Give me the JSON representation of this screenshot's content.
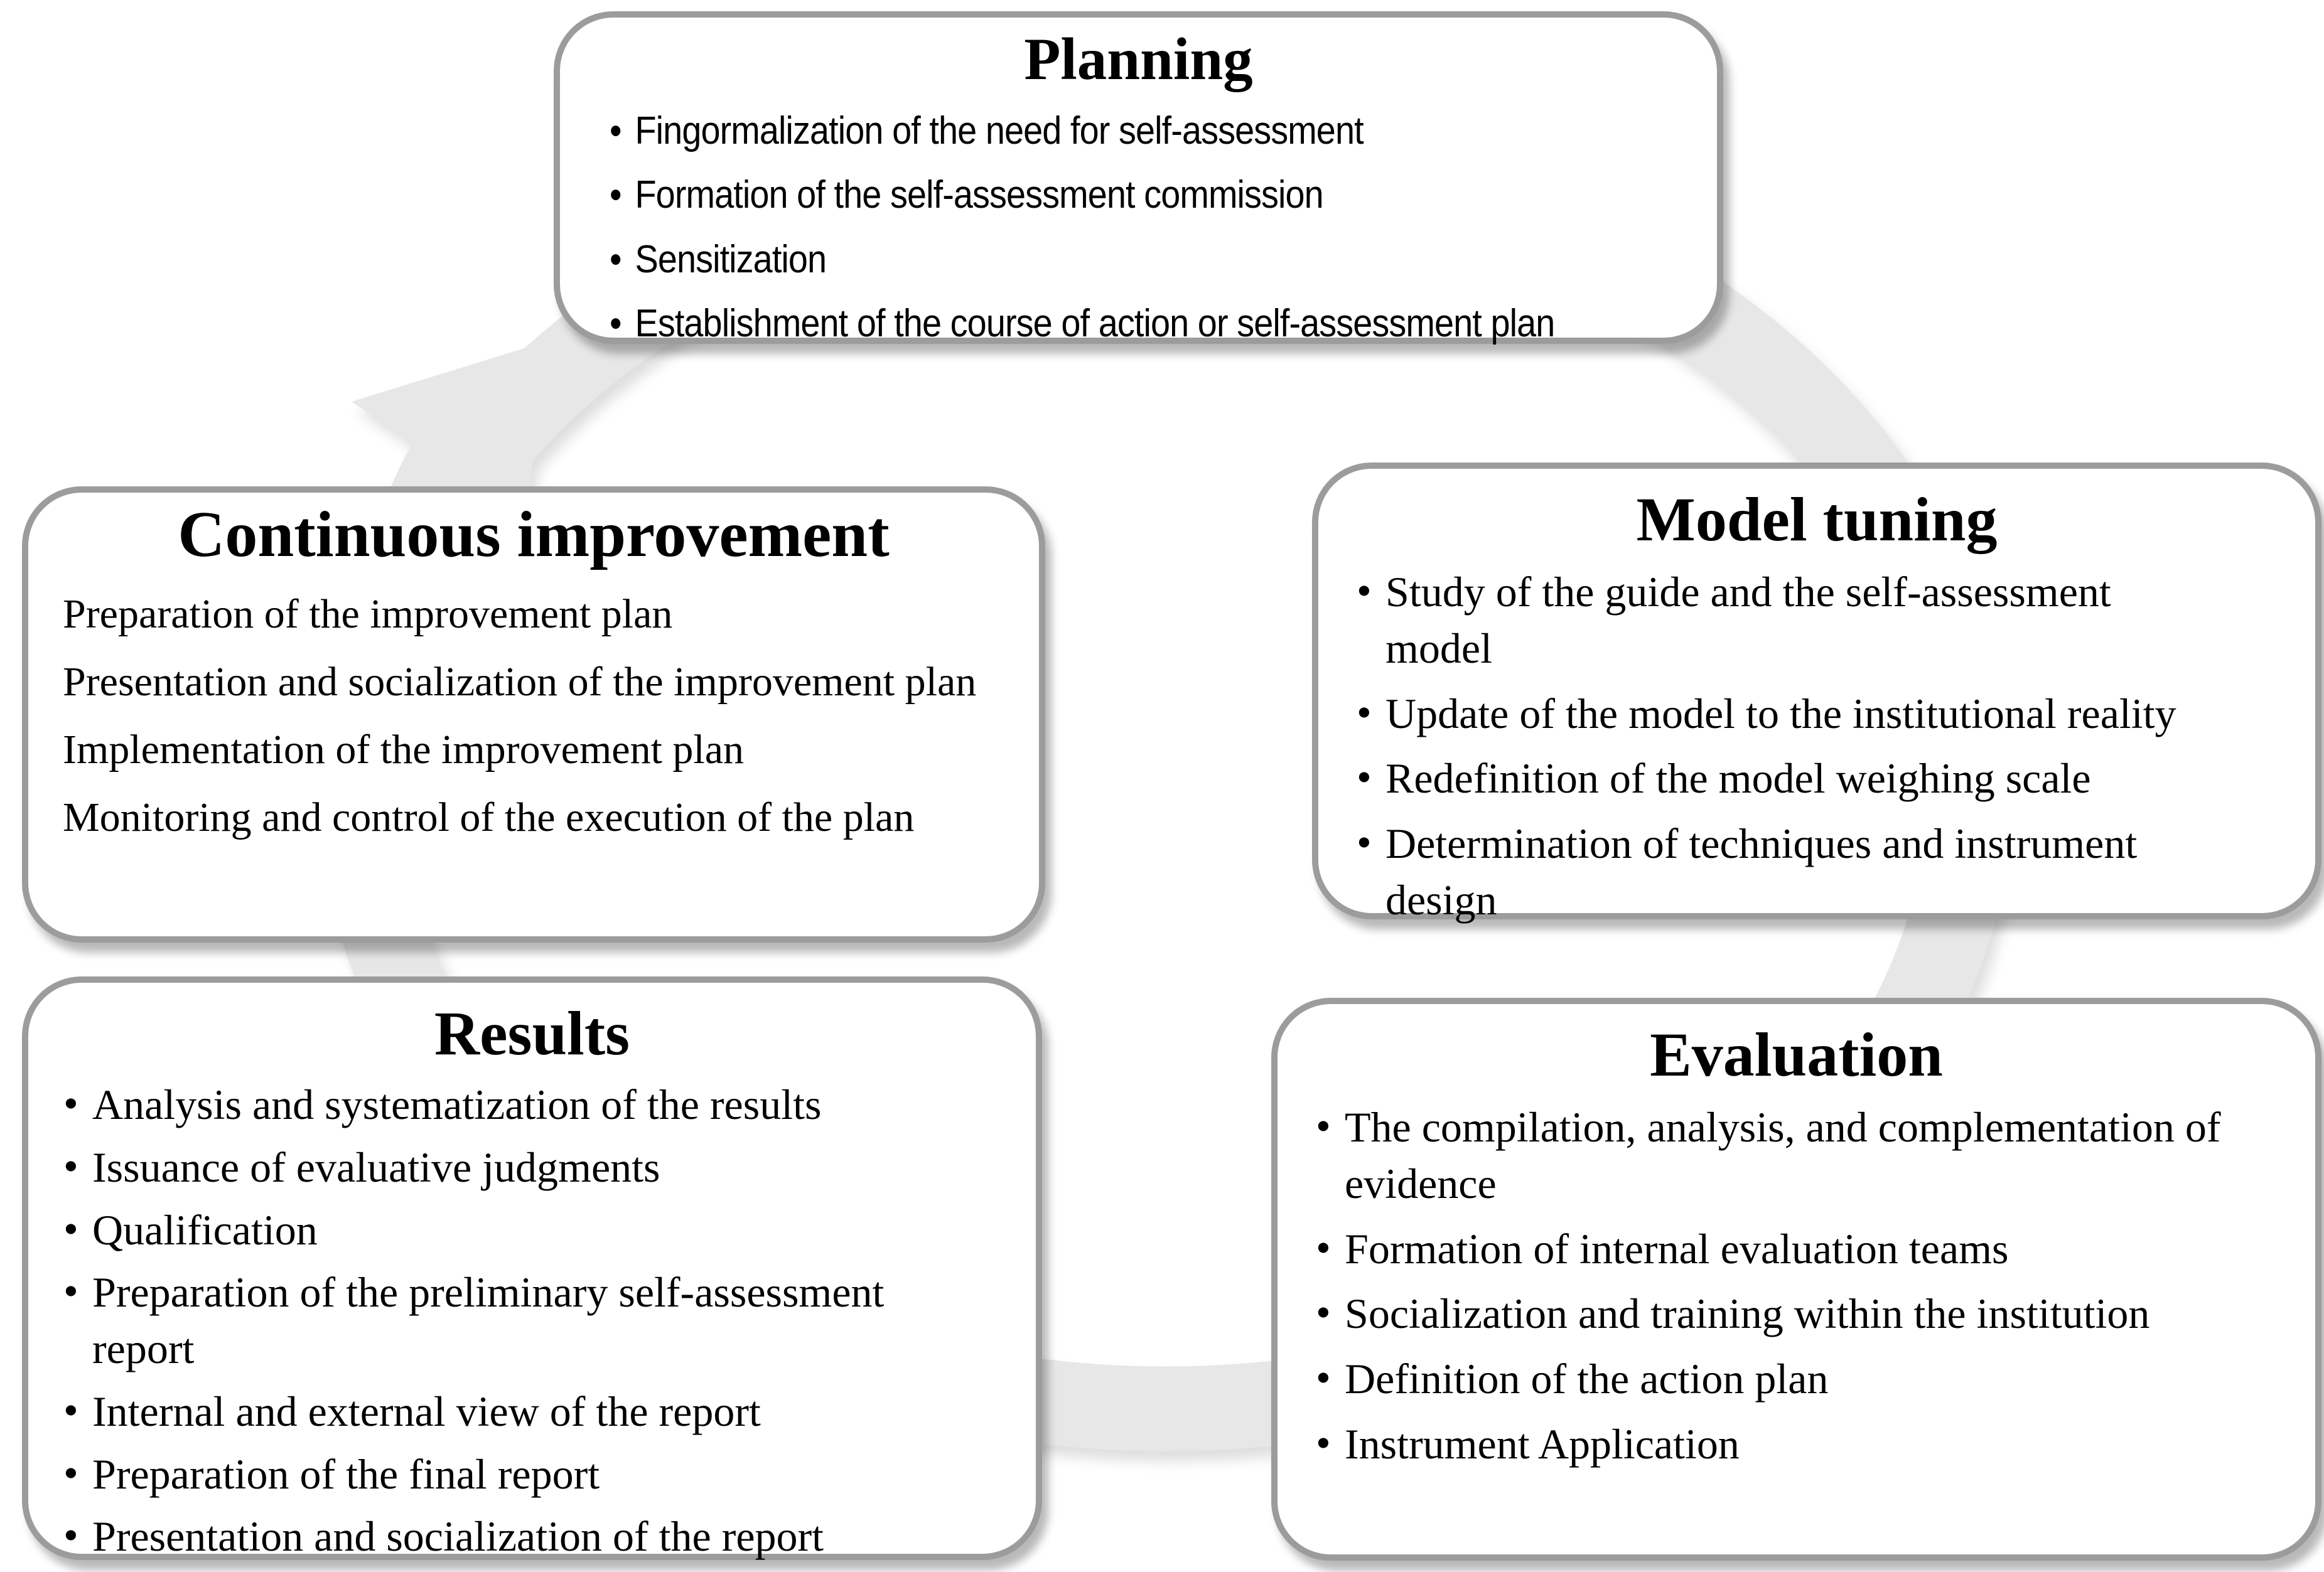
{
  "colors": {
    "box_border": "#9c9c9c",
    "box_fill": "#ffffff",
    "ring": "#e7e7e7",
    "text": "#000000"
  },
  "cycle": {
    "arrow_direction": "clockwise",
    "arrow_points_from": "Continuous improvement",
    "arrow_points_to": "Planning"
  },
  "boxes": {
    "planning": {
      "title": "Planning",
      "items": [
        "Fingormalization of the need for self-assessment",
        "Formation of the self-assessment commission",
        "Sensitization",
        "Establishment of the course of action or self-assessment plan"
      ]
    },
    "model_tuning": {
      "title": "Model tuning",
      "items": [
        "Study of the guide and the self-assessment model",
        "Update of the model to the institutional reality",
        "Redefinition of the model weighing scale",
        "Determination of techniques and instrument design"
      ]
    },
    "evaluation": {
      "title": "Evaluation",
      "items": [
        "The compilation, analysis, and complementation of evidence",
        "Formation of internal evaluation teams",
        "Socialization and training within the institution",
        "Definition of the action plan",
        "Instrument Application"
      ]
    },
    "results": {
      "title": "Results",
      "items": [
        "Analysis and systematization of the results",
        "Issuance of evaluative judgments",
        "Qualification",
        "Preparation of the preliminary self-assessment report",
        "Internal and external view of the report",
        "Preparation of the final report",
        "Presentation and socialization of the report"
      ]
    },
    "continuous_improvement": {
      "title": "Continuous improvement",
      "items": [
        "Preparation of the improvement plan",
        "Presentation and socialization of the improvement plan",
        "Implementation of the improvement plan",
        "Monitoring and control of the execution of the plan"
      ]
    }
  }
}
